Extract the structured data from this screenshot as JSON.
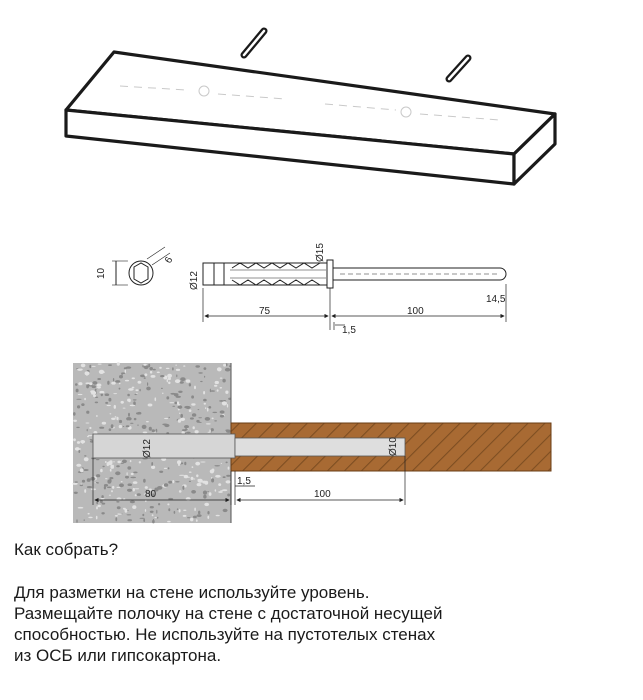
{
  "dimensions": {
    "hex_across_flats": "10",
    "hex_small": "6",
    "dowel_diameter": "Ø12",
    "collar_diameter": "Ø15",
    "rod_end": "14,5",
    "dowel_length": "75",
    "rod_length": "100",
    "gap": "1,5"
  },
  "section": {
    "wall_hole_diameter": "Ø12",
    "shelf_hole_diameter": "Ø10",
    "wall_depth": "80",
    "gap": "1,5",
    "rod_length": "100"
  },
  "text": {
    "heading": "Как собрать?",
    "lines": [
      "Для разметки на стене используйте уровень.",
      "Размещайте полочку на стене с достаточной несущей",
      "способностью. Не используйте на пустотелых стенах",
      "из ОСБ или гипсокартона."
    ]
  },
  "colors": {
    "line": "#1a1a1a",
    "concrete": "#b9b9b9",
    "wood": "#a86a33",
    "wood_grain": "#7a4a1f"
  }
}
